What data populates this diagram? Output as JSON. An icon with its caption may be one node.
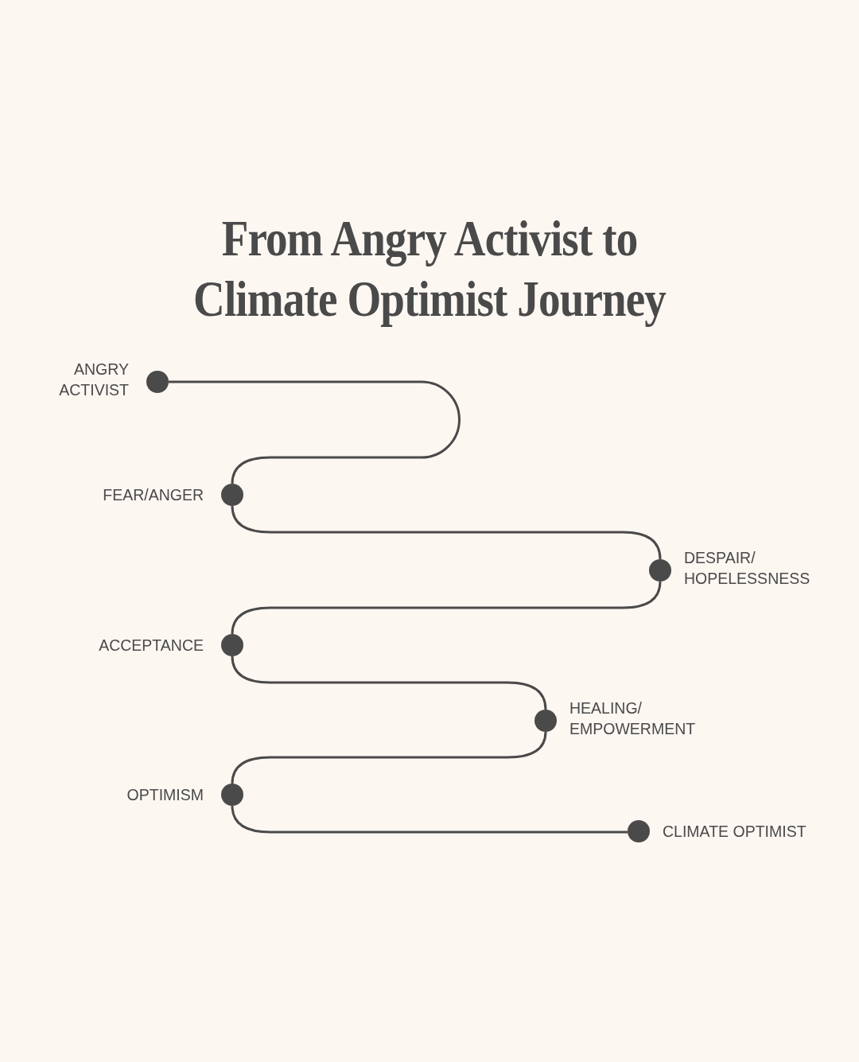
{
  "diagram": {
    "title": "From Angry Activist to Climate Optimist Journey",
    "nodes": [
      {
        "text": [],
        "shape": "circle",
        "beside": [
          "ANGRY ACTIVIST"
        ]
      },
      {
        "text": [],
        "shape": "circle",
        "beside": [
          "FEAR/ANGER"
        ]
      },
      {
        "text": [],
        "shape": "circle",
        "beside": [
          "DESPAIR/ HOPELESSNESS"
        ]
      },
      {
        "text": [],
        "shape": "circle",
        "beside": [
          "ACCEPTANCE"
        ]
      },
      {
        "text": [],
        "shape": "circle",
        "beside": [
          "HEALING/ EMPOWERMENT"
        ]
      },
      {
        "text": [],
        "shape": "circle",
        "beside": [
          "OPTIMISM"
        ]
      },
      {
        "text": [],
        "shape": "circle",
        "beside": [
          "CLIMATE OPTIMIST"
        ]
      }
    ],
    "edges": [
      {
        "from": 0,
        "to": 1,
        "arrow": "none"
      },
      {
        "from": 1,
        "to": 2,
        "arrow": "none"
      },
      {
        "from": 2,
        "to": 3,
        "arrow": "none"
      },
      {
        "from": 3,
        "to": 4,
        "arrow": "none"
      },
      {
        "from": 4,
        "to": 5,
        "arrow": "none"
      },
      {
        "from": 5,
        "to": 6,
        "arrow": "none"
      }
    ]
  }
}
